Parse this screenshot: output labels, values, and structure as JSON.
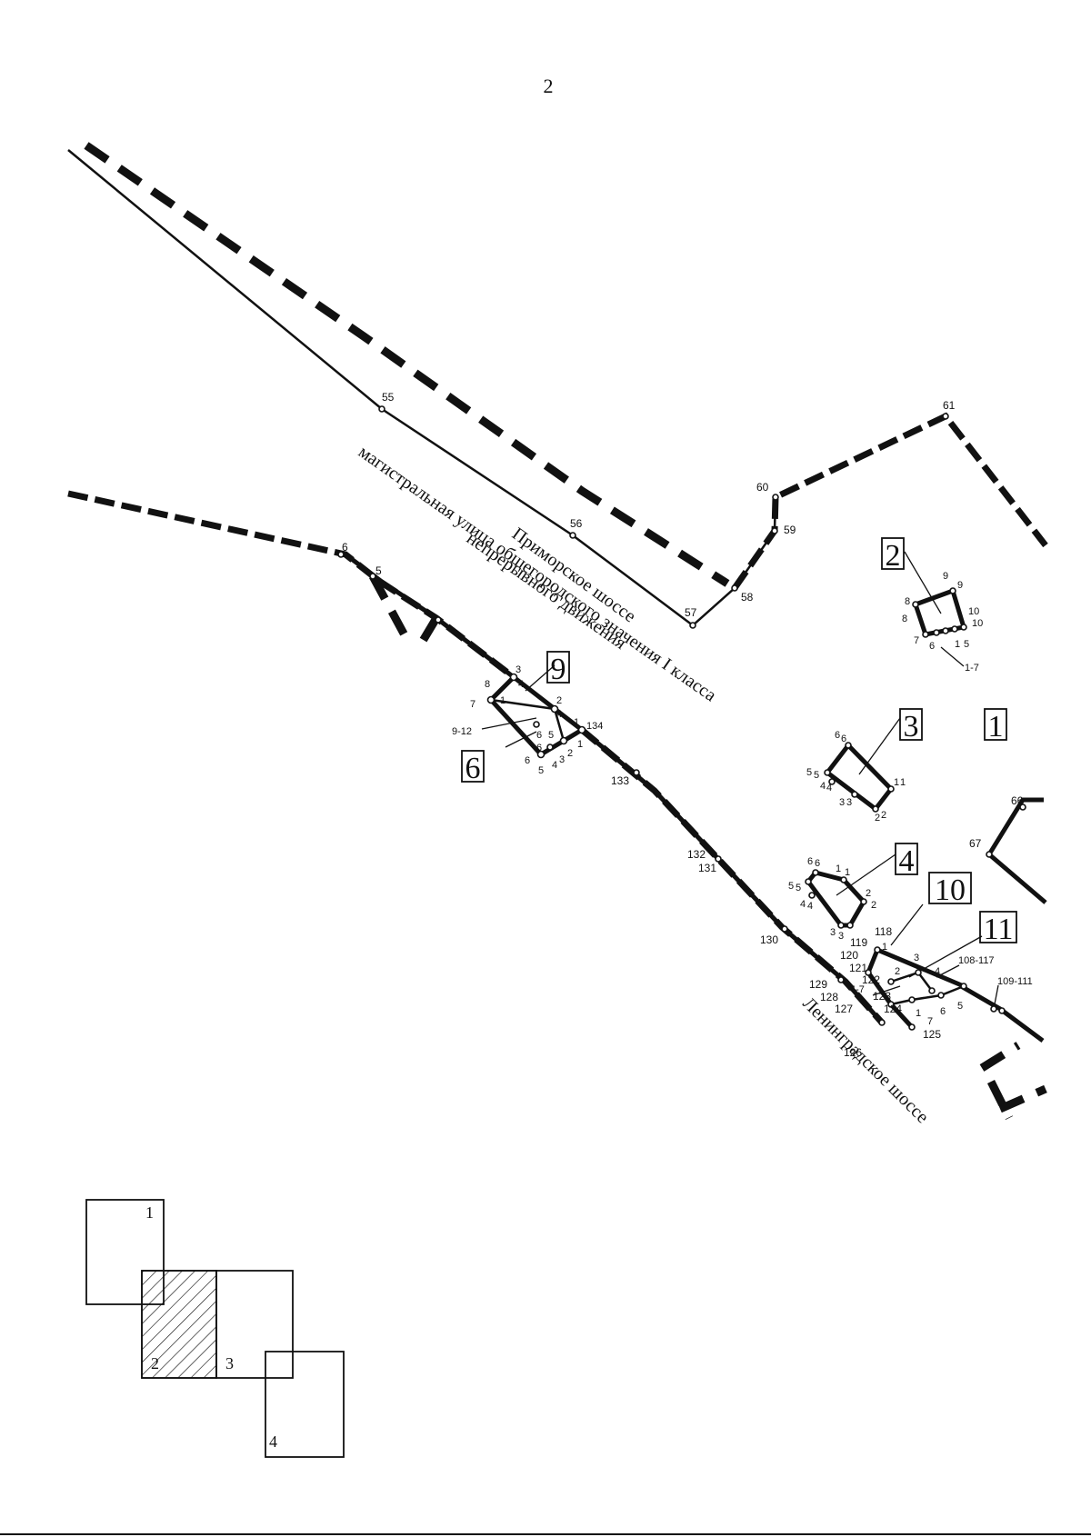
{
  "page_number": "2",
  "streets": {
    "primorskoe": "Приморское шоссе",
    "magistral_1": "магистральная улица  общегородского значения I класса",
    "magistral_2": "непрерывного движения",
    "leningradskoe": "Ленинградское шоссе"
  },
  "zone_labels": {
    "z1": "1",
    "z2": "2",
    "z3": "3",
    "z4": "4",
    "z6": "6",
    "z9": "9",
    "z10": "10",
    "z11": "11"
  },
  "boundary_points": {
    "p55": "55",
    "p56": "56",
    "p57": "57",
    "p58": "58",
    "p59": "59",
    "p60": "60",
    "p61": "61",
    "p66": "66",
    "p67": "67",
    "p6": "6",
    "p5": "5"
  },
  "zone9_points": {
    "a1": "1",
    "a2": "2",
    "a3": "3",
    "a4": "4",
    "a5": "5",
    "a6": "6",
    "a7": "7",
    "a8": "8",
    "b1": "1",
    "b2": "2",
    "b3": "3",
    "b4": "4",
    "b5": "5",
    "b6": "6",
    "c2": "2",
    "c3": "3",
    "c4": "4",
    "c5": "5",
    "c6": "6",
    "range": "9-12",
    "p134": "134"
  },
  "road_points": {
    "p133": "133",
    "p132": "132",
    "p131": "131",
    "p130": "130",
    "p129": "129",
    "p128": "128",
    "p127": "127",
    "p126": "126",
    "p125": "125",
    "p124": "124",
    "p123": "123",
    "p122": "122",
    "p121": "121",
    "p120": "120",
    "p119": "119",
    "p118": "118"
  },
  "zone2_points": {
    "n9a": "9",
    "n9b": "9",
    "n8a": "8",
    "n8b": "8",
    "n10a": "10",
    "n10b": "10",
    "n7": "7",
    "n6": "6",
    "n1": "1",
    "n5": "5",
    "range": "1-7"
  },
  "zone3_points": {
    "n6a": "6",
    "n6b": "6",
    "n5a": "5",
    "n5b": "5",
    "n4a": "4",
    "n4b": "4",
    "n3a": "3",
    "n3b": "3",
    "n2a": "2",
    "n2b": "2",
    "n1a": "1",
    "n1b": "1"
  },
  "zone4_points": {
    "n6a": "6",
    "n6b": "6",
    "n1a": "1",
    "n1b": "1",
    "n5a": "5",
    "n5b": "5",
    "n4a": "4",
    "n4b": "4",
    "n3a": "3",
    "n3b": "3",
    "n2a": "2",
    "n2b": "2"
  },
  "zone10_points": {
    "n1": "1",
    "n2": "2",
    "n3": "3",
    "n4": "4",
    "n47": "4-7",
    "n5": "5",
    "n6": "6",
    "n7": "7",
    "n1b": "1",
    "range1": "108-117",
    "range2": "109-111"
  },
  "index_map": {
    "s1": "1",
    "s2": "2",
    "s3": "3",
    "s4": "4"
  }
}
